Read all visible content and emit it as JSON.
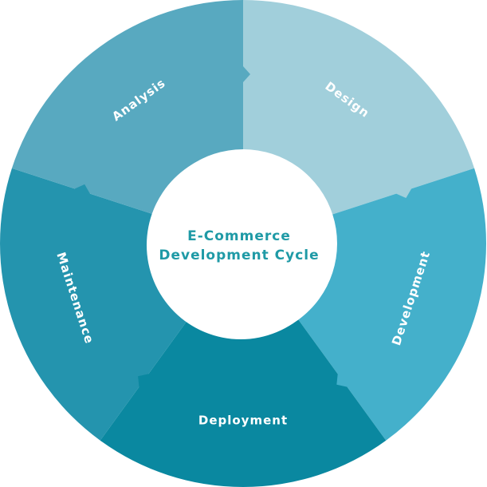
{
  "diagram": {
    "center": {
      "line1": "E-Commerce",
      "line2": "Development Cycle",
      "color": "#1f9aa6"
    },
    "segments": [
      {
        "label": "Design",
        "color": "#a1cfdb"
      },
      {
        "label": "Development",
        "color": "#44b0cb"
      },
      {
        "label": "Deployment",
        "color": "#0a88a0"
      },
      {
        "label": "Maintenance",
        "color": "#2494ae"
      },
      {
        "label": "Analysis",
        "color": "#58a9c0"
      }
    ]
  }
}
